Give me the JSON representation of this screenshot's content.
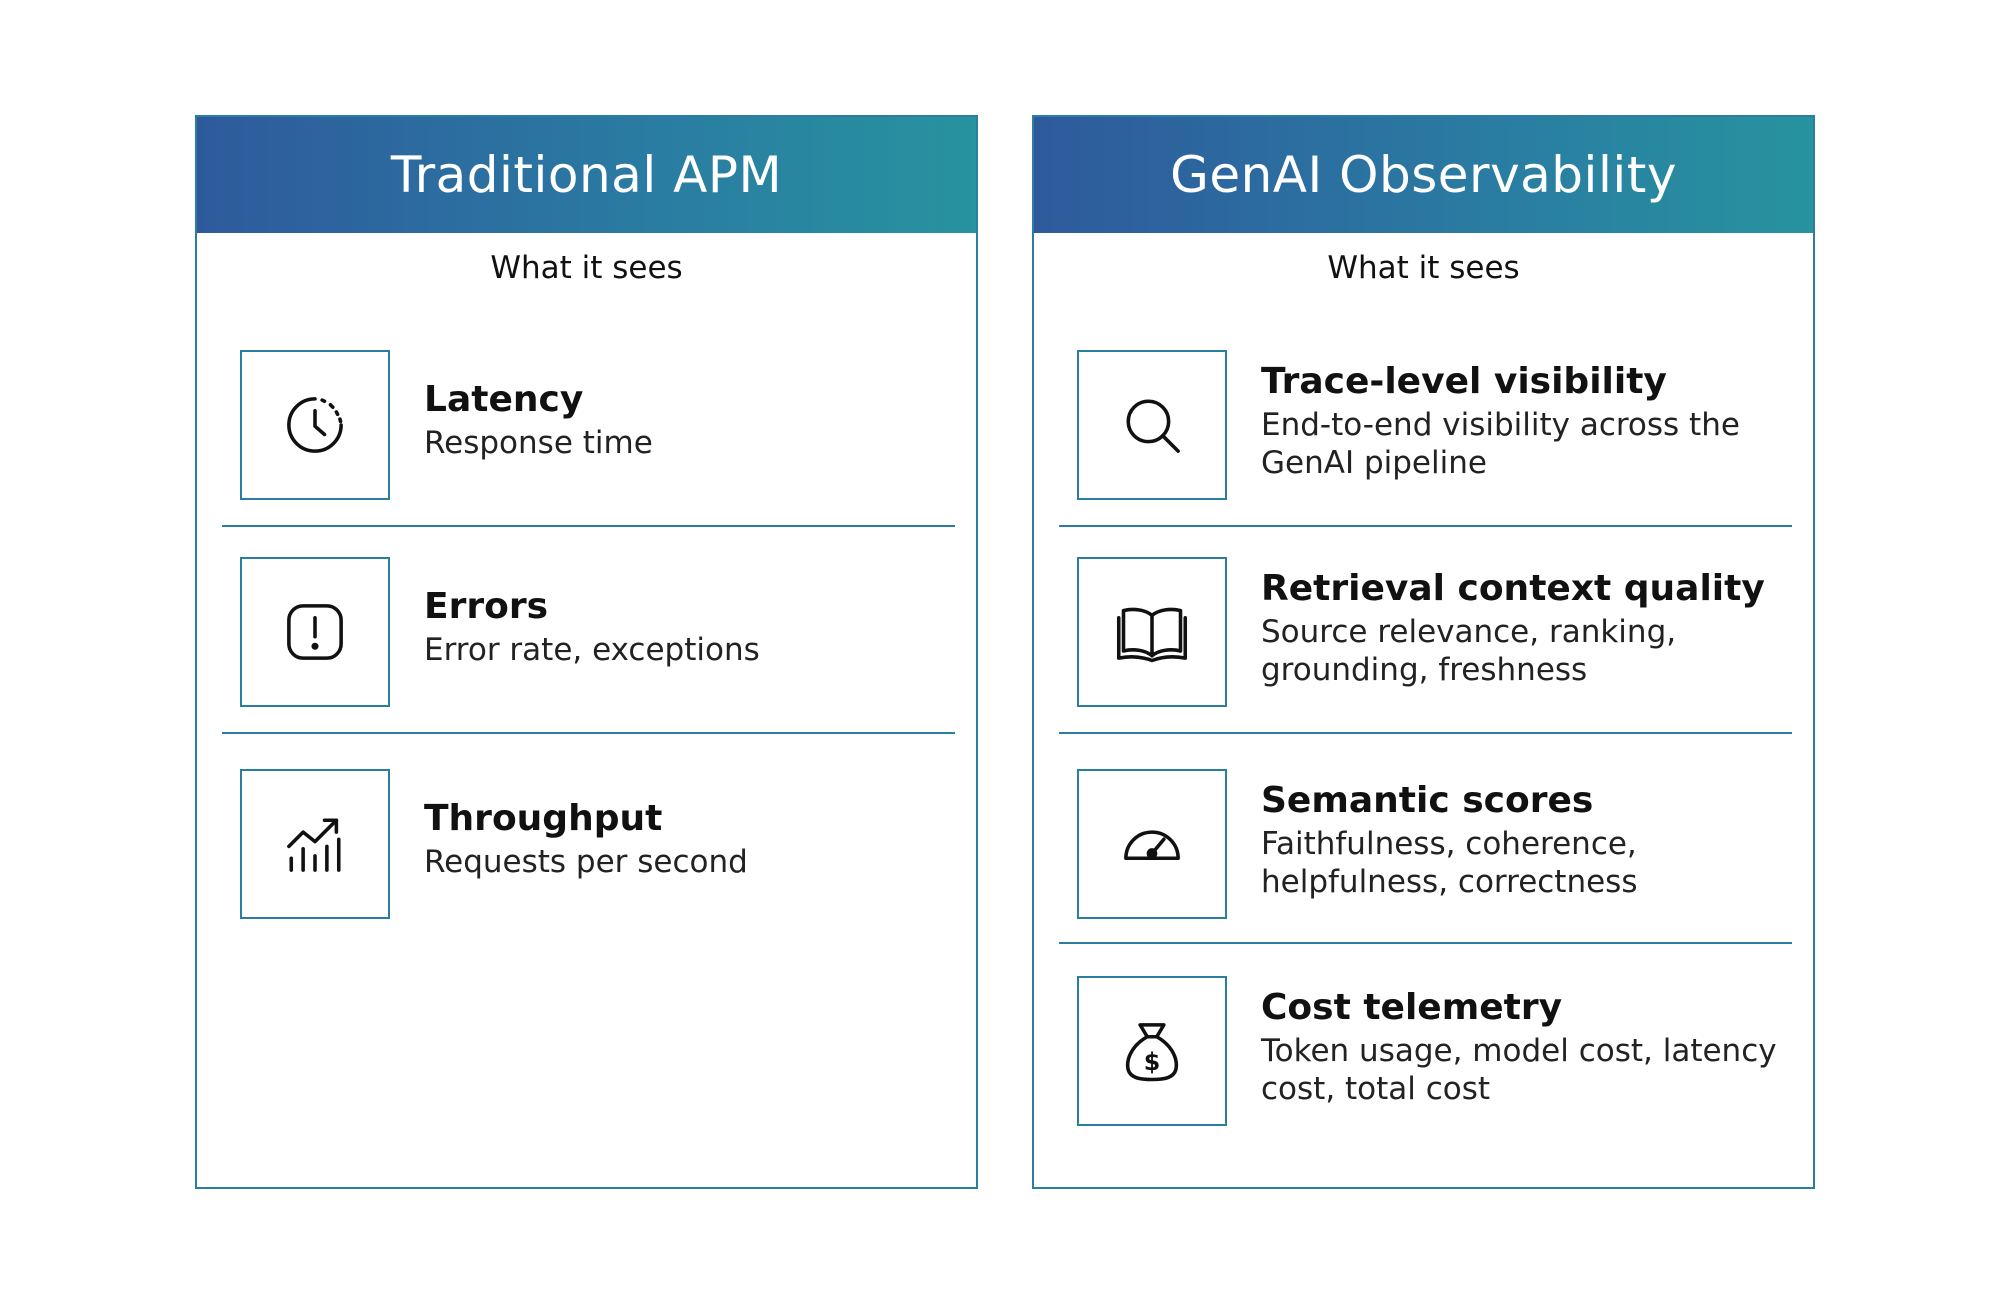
{
  "columns": [
    {
      "title": "Traditional APM",
      "subtitle": "What it sees",
      "items": [
        {
          "icon": "clock-icon",
          "title": "Latency",
          "desc": "Response time"
        },
        {
          "icon": "alert-icon",
          "title": "Errors",
          "desc": "Error rate, exceptions"
        },
        {
          "icon": "growth-chart-icon",
          "title": "Throughput",
          "desc": "Requests per second"
        }
      ]
    },
    {
      "title": "GenAI Observability",
      "subtitle": "What it sees",
      "items": [
        {
          "icon": "search-icon",
          "title": "Trace-level visibility",
          "desc": "End-to-end visibility across the GenAI pipeline"
        },
        {
          "icon": "book-icon",
          "title": "Retrieval context quality",
          "desc": "Source relevance, ranking, grounding, freshness"
        },
        {
          "icon": "gauge-icon",
          "title": "Semantic scores",
          "desc": "Faithfulness, coherence, helpfulness, correctness"
        },
        {
          "icon": "money-bag-icon",
          "title": "Cost telemetry",
          "desc": "Token usage, model cost, latency cost, total cost"
        }
      ]
    }
  ],
  "colors": {
    "header_start": "#2e5a9c",
    "header_end": "#27939f",
    "border": "#2a7fa0"
  }
}
